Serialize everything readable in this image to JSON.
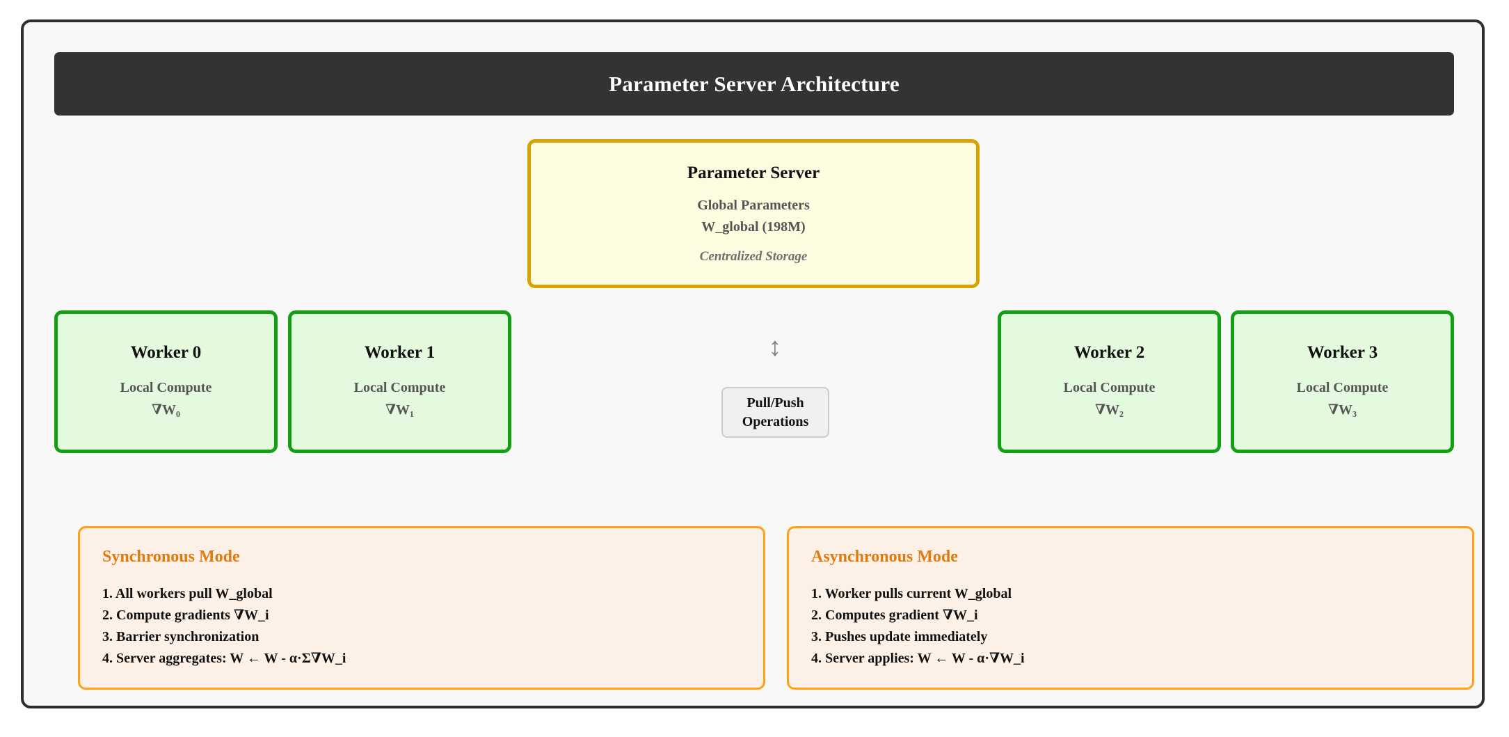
{
  "header": {
    "title": "Parameter Server Architecture"
  },
  "parameter_server": {
    "title": "Parameter Server",
    "line1": "Global Parameters",
    "line2": "W_global (198M)",
    "note": "Centralized Storage"
  },
  "workers": [
    {
      "title": "Worker 0",
      "role": "Local Compute",
      "gradient": "∇W₀"
    },
    {
      "title": "Worker 1",
      "role": "Local Compute",
      "gradient": "∇W₁"
    },
    {
      "title": "Worker 2",
      "role": "Local Compute",
      "gradient": "∇W₂"
    },
    {
      "title": "Worker 3",
      "role": "Local Compute",
      "gradient": "∇W₃"
    }
  ],
  "link": {
    "arrow_icon": "↕",
    "label_line1": "Pull/Push",
    "label_line2": "Operations"
  },
  "modes": [
    {
      "title": "Synchronous Mode",
      "steps": [
        "1. All workers pull W_global",
        "2. Compute gradients ∇W_i",
        "3. Barrier synchronization",
        "4. Server aggregates: W ← W - α·Σ∇W_i"
      ]
    },
    {
      "title": "Asynchronous Mode",
      "steps": [
        "1. Worker pulls current W_global",
        "2. Computes gradient ∇W_i",
        "3. Pushes update immediately",
        "4. Server applies: W ← W - α·∇W_i"
      ]
    }
  ],
  "colors": {
    "frame_border": "#2e2e2e",
    "canvas_bg": "#f8f8f8",
    "title_bar_bg": "#333333",
    "server_border": "#d6a400",
    "server_fill": "#fdfce0",
    "worker_border": "#14a014",
    "worker_fill": "#e4fade",
    "mode_border": "#ffa114",
    "mode_fill": "#fdf0e6",
    "mode_title": "#e07b10"
  }
}
